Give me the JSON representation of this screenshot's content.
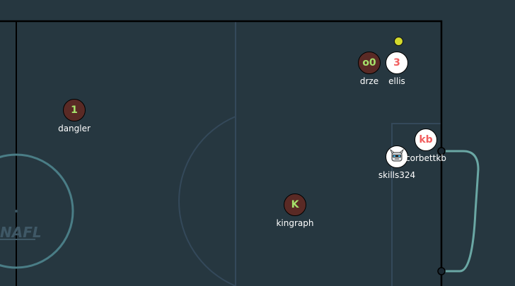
{
  "field": {
    "logo_text": "NAFL",
    "colors": {
      "background": "#263740",
      "line": "#000000",
      "faint_line": "#34495a",
      "goal_post_line": "#6aa7a4",
      "red_team": "#5a2a25",
      "red_avatar_text": "#a6e36b",
      "blue_team": "#ffffff",
      "blue_avatar_text": "#f25f5f",
      "ball": "#d3d92c"
    }
  },
  "players": [
    {
      "name": "dangler",
      "avatar": "1",
      "team": "red"
    },
    {
      "name": "drze",
      "avatar": "o0",
      "team": "red"
    },
    {
      "name": "ellis",
      "avatar": "3",
      "team": "blue"
    },
    {
      "name": "corbettkb",
      "avatar": "kb",
      "team": "blue"
    },
    {
      "name": "skills324",
      "avatar": "robot-face-icon",
      "team": "blue"
    },
    {
      "name": "kingraph",
      "avatar": "K",
      "team": "red"
    }
  ],
  "ball": {
    "icon": "ball-icon"
  }
}
